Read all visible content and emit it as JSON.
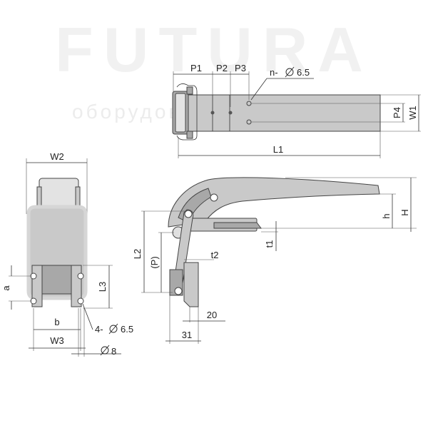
{
  "watermark": {
    "brand": "FUTURA",
    "tagline": "оборудования будущего"
  },
  "labels": {
    "P1": "P1",
    "P2": "P2",
    "P3": "P3",
    "hole_count": "n-",
    "hole_diameter": "6.5",
    "P4": "P4",
    "W1": "W1",
    "L1": "L1",
    "W2": "W2",
    "H": "H",
    "h": "h",
    "t1": "t1",
    "L2": "L2",
    "P": "(P)",
    "t2": "t2",
    "a": "a",
    "L3": "L3",
    "b": "b",
    "mount_holes": "4-",
    "mount_hole_diameter": "6.5",
    "W3": "W3",
    "dia8": "8",
    "dim20": "20",
    "dim31": "31"
  },
  "colors": {
    "metal": "#c9c9c9",
    "metal_dark": "#a8a8a8",
    "outline": "#444444"
  }
}
